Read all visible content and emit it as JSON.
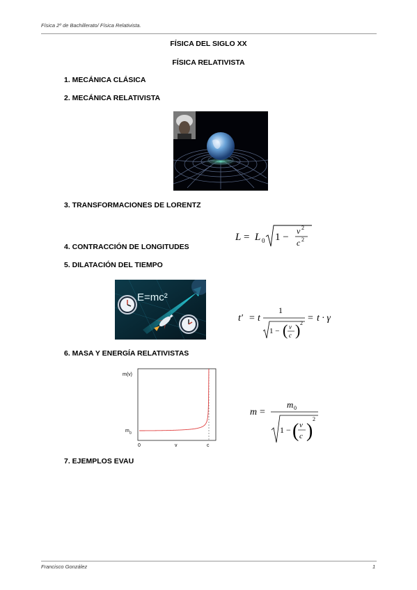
{
  "header": {
    "text": "Física 2º de Bachillerato/ Física Relativista."
  },
  "titles": {
    "main": "FÍSICA DEL SIGLO XX",
    "sub": "FÍSICA RELATIVISTA"
  },
  "sections": [
    "1. MECÁNICA CLÁSICA",
    "2. MECÁNICA RELATIVISTA",
    "3. TRANSFORMACIONES DE LORENTZ",
    "4. CONTRACCIÓN DE LONGITUDES",
    "5. DILATACIÓN DEL TIEMPO",
    "6. MASA Y ENERGÍA RELATIVISTAS",
    "7. EJEMPLOS EVAU"
  ],
  "illustration_time": {
    "equation": "E=mc²"
  },
  "mass_graph": {
    "ylabel": "m(v)",
    "y0_label": "m",
    "y0_sub": "0",
    "xticks": [
      "0",
      "v",
      "c"
    ]
  },
  "formulas": {
    "length": {
      "lhs": "L",
      "eq": "=",
      "L0": "L",
      "L0_sub": "0",
      "one_minus": "1 −",
      "num": "v",
      "num_exp": "2",
      "den": "c",
      "den_exp": "2"
    },
    "time": {
      "lhs": "t′",
      "eq1": "=",
      "t": "t",
      "one": "1",
      "inner": "1 −",
      "v": "v",
      "c": "c",
      "exp": "2",
      "eq2": "=",
      "rhs": "t · γ"
    },
    "mass": {
      "lhs": "m",
      "eq": "=",
      "num": "m",
      "num_sub": "0",
      "one_minus": "1 −",
      "v": "v",
      "c": "c",
      "exp": "2"
    }
  },
  "footer": {
    "author": "Francisco González",
    "page": "1"
  }
}
